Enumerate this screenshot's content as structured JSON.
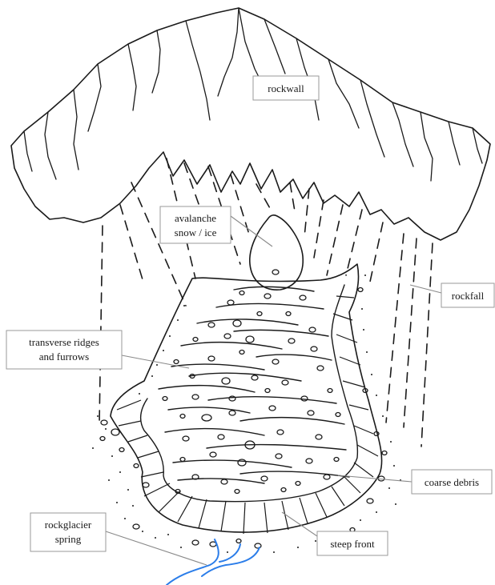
{
  "labels": {
    "rockwall": "rockwall",
    "avalanche_line1": "avalanche",
    "avalanche_line2": "snow / ice",
    "rockfall": "rockfall",
    "ridges_line1": "transverse ridges",
    "ridges_line2": "and furrows",
    "coarse_debris": "coarse debris",
    "spring_line1": "rockglacier",
    "spring_line2": "spring",
    "steep_front": "steep front"
  },
  "colors": {
    "ink": "#1a1a1a",
    "leader": "#8a8a8a",
    "label_border": "#9a9a9a",
    "spring_water": "#2b7de9"
  }
}
